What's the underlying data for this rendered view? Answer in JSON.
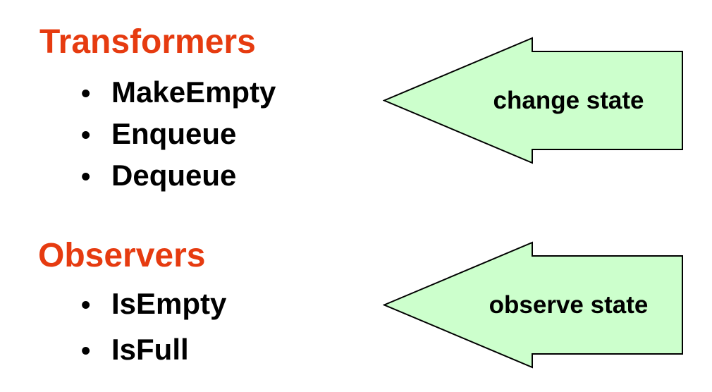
{
  "slide": {
    "background_color": "#ffffff",
    "heading_color": "#e63b10",
    "body_text_color": "#000000",
    "arrow_fill_color": "#ccffcc",
    "arrow_stroke_color": "#000000",
    "bullet_glyph": "•",
    "sections": [
      {
        "heading": "Transformers",
        "items": [
          "MakeEmpty",
          "Enqueue",
          "Dequeue"
        ]
      },
      {
        "heading": "Observers",
        "items": [
          "IsEmpty",
          "IsFull"
        ]
      }
    ],
    "arrows": [
      {
        "label": "change state",
        "direction": "left"
      },
      {
        "label": "observe state",
        "direction": "left"
      }
    ]
  }
}
